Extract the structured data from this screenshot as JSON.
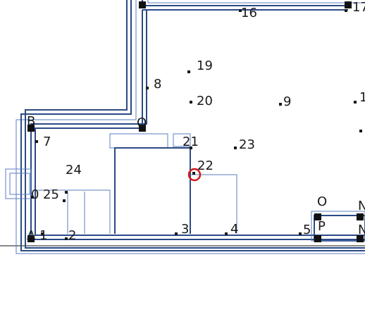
{
  "plan": {
    "labels": {
      "l16": "16",
      "l17": "17",
      "l19": "19",
      "l8": "8",
      "l20": "20",
      "l9": "9",
      "l1r": "1",
      "lB": "B",
      "lO1": "O",
      "l7": "7",
      "l21": "21",
      "l23": "23",
      "l24": "24",
      "l22": "22",
      "l0": "0",
      "l25": "25",
      "lO2": "O",
      "lN1": "N",
      "lA": "A",
      "l1": "1",
      "l2": "2",
      "l3": "3",
      "l4": "4",
      "l5": "5",
      "lP": "P",
      "lN2": "N"
    },
    "colors": {
      "wall": "#2b4a86",
      "wall_thin": "#5a7cbf",
      "marker": "#d11a1a",
      "node": "#1a1a1a"
    },
    "selected_node": "22"
  }
}
